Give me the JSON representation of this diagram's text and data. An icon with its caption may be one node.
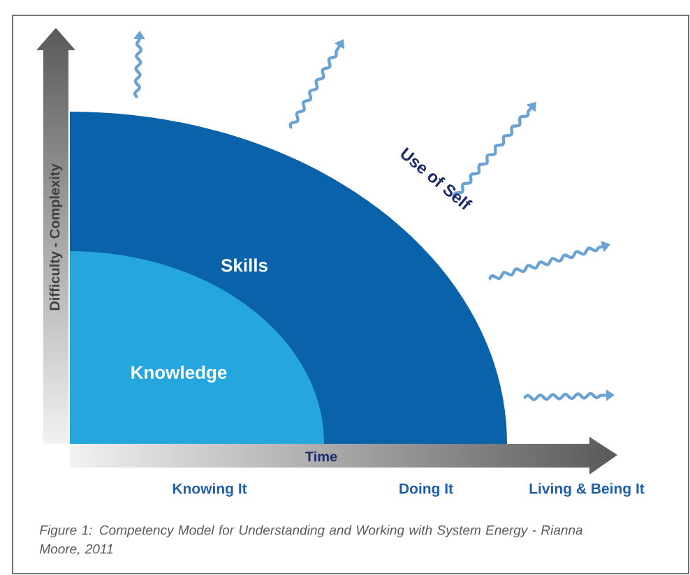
{
  "diagram": {
    "caption": "Figure 1: Competency Model for Understanding and Working with System Energy - Rianna Moore, 2011",
    "nodes": [
      {
        "text": [
          "Skills"
        ]
      },
      {
        "text": [
          "Knowledge"
        ],
        "in": 0
      }
    ],
    "labels": [
      "Difficulty - Complexity",
      "Use of Self",
      "Time",
      "Knowing It",
      "Doing It",
      "Living & Being It"
    ]
  }
}
